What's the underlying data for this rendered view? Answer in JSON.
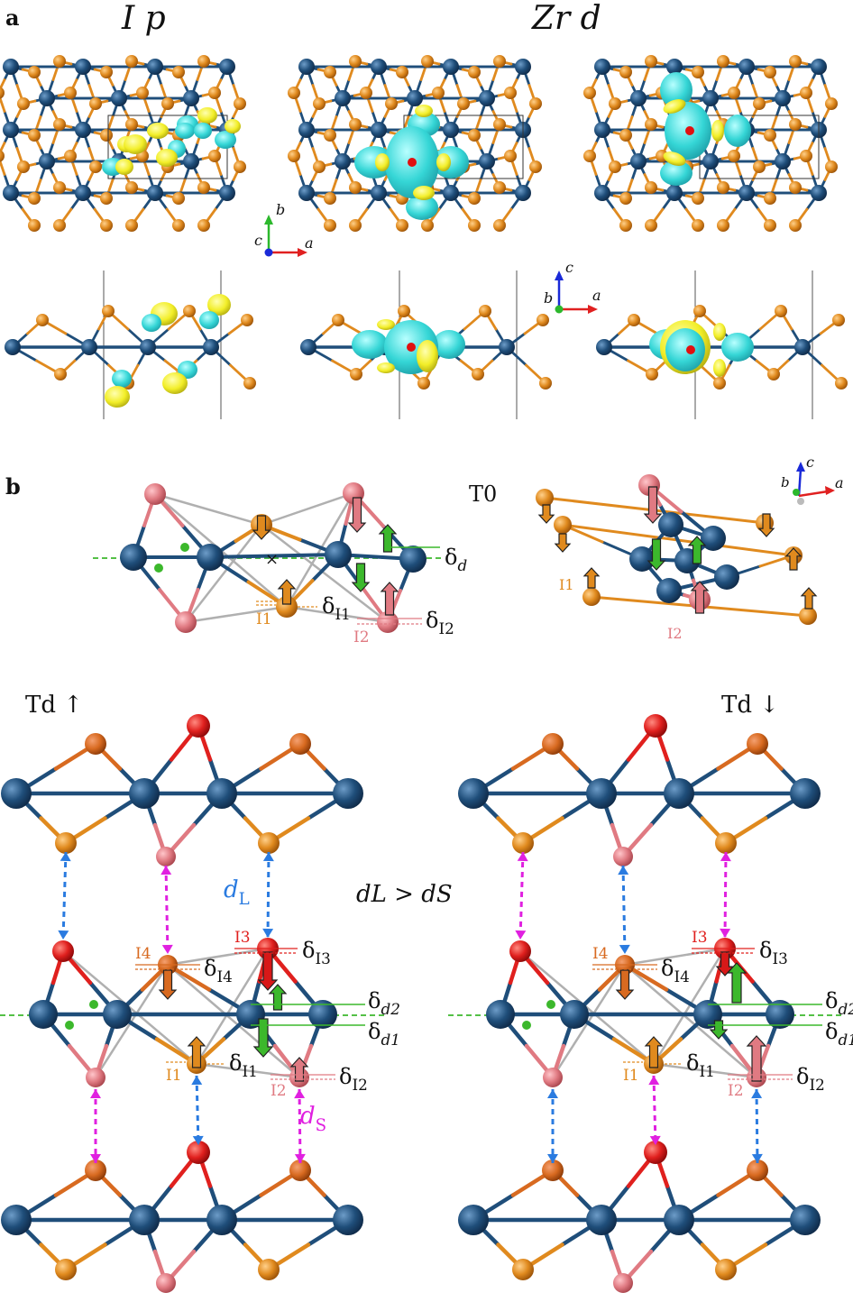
{
  "panel_a": {
    "label": "a",
    "col_title_left": "I p",
    "col_title_right": "Zr d",
    "axes_top": {
      "x": "a",
      "y": "b",
      "z": "c"
    },
    "axes_bottom": {
      "x": "a",
      "y": "c",
      "z": "b"
    }
  },
  "panel_b": {
    "label": "b",
    "t0_label": "T0",
    "axes": {
      "x": "a",
      "y": "c",
      "z": "b"
    },
    "delta_d": "δd",
    "delta_i1": "δI1",
    "delta_i2": "δI2",
    "i1": "I1",
    "i2": "I2"
  },
  "bottom": {
    "td_up": "Td ↑",
    "td_down": "Td ↓",
    "d_L": "dL",
    "d_S": "dS",
    "relation": "dL > dS",
    "labels": {
      "I1": "I1",
      "I2": "I2",
      "I3": "I3",
      "I4": "I4",
      "dI1": "δI1",
      "dI2": "δI2",
      "dI3": "δI3",
      "dI4": "δI4",
      "dd1": "δd1",
      "dd2": "δd2"
    }
  },
  "colors": {
    "zr": "#1f4e7a",
    "iodine": "#e08a1e",
    "iodine_pink": "#e07a82",
    "iodine_red": "#e0201e",
    "orbital_cyan": "#35d6d6",
    "orbital_yellow": "#f2ee28",
    "arrow_green": "#3cb82c",
    "dash_blue": "#2a7be0",
    "dash_magenta": "#e020e0"
  }
}
